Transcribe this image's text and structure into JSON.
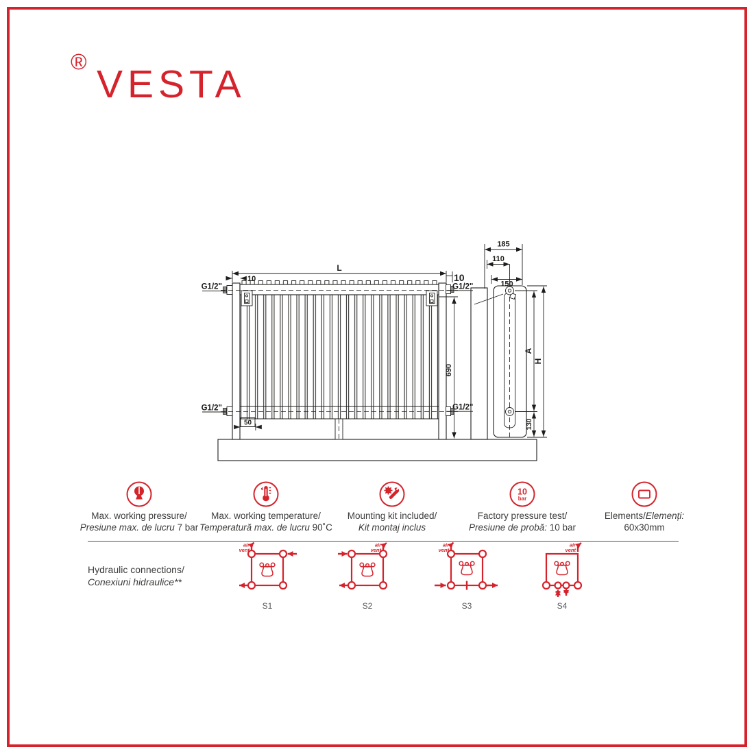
{
  "page": {
    "accent_color": "#d5232c",
    "line_color": "#1d1d1b",
    "text_color": "#3c3c3b"
  },
  "brand": {
    "registered_mark": "®",
    "name": "VESTA"
  },
  "drawing": {
    "front": {
      "length": "L",
      "offset_left": "10",
      "offset_right": "10",
      "connection": "G1/2\"",
      "height_to_axis": "690",
      "bracket_offset": "50"
    },
    "side": {
      "depth_total": "185",
      "axis_to_wall": "110",
      "bracket_to_wall": "150",
      "axis_distance": "A",
      "height_total": "H",
      "axis_to_floor": "130"
    }
  },
  "features": [
    {
      "line1": "Max. working pressure/",
      "line2_italic": "Presiune max. de lucru",
      "line2_plain": " 7 bar"
    },
    {
      "line1": "Max. working temperature/",
      "line2_italic": "Temperatură max. de lucru",
      "line2_plain": " 90˚C"
    },
    {
      "line1": "Mounting kit included/",
      "line2_italic": "Kit montaj inclus"
    },
    {
      "line1": "Factory pressure test/",
      "line2_italic": "Presiune de probă:",
      "line2_plain": " 10 bar",
      "icon_value": "10",
      "icon_unit": "bar"
    },
    {
      "line1": "Elements/",
      "line1_italic": "Elemenți:",
      "line2_plain": "60x30mm"
    }
  ],
  "hydraulic": {
    "title": "Hydraulic connections/",
    "subtitle": "Conexiuni hidraulice**",
    "air_vent_line1": "air",
    "air_vent_line2": "vent",
    "schemes": [
      {
        "label": "S1"
      },
      {
        "label": "S2"
      },
      {
        "label": "S3"
      },
      {
        "label": "S4"
      }
    ]
  }
}
